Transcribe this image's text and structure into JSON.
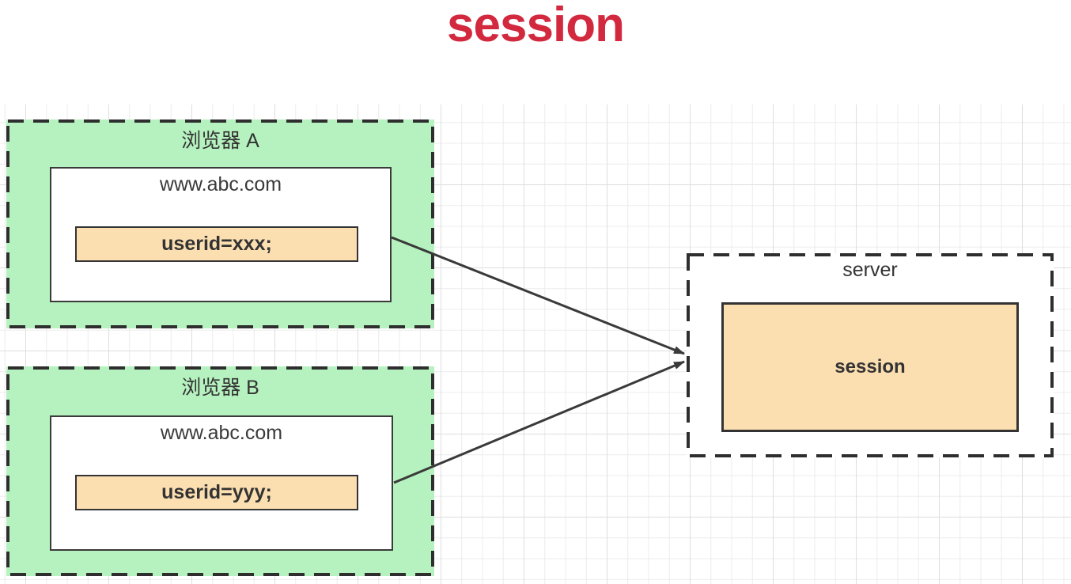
{
  "title": "session",
  "browsers": [
    {
      "label": "浏览器 A",
      "site": "www.abc.com",
      "cookie": "userid=xxx;"
    },
    {
      "label": "浏览器 B",
      "site": "www.abc.com",
      "cookie": "userid=yyy;"
    }
  ],
  "server": {
    "label": "server",
    "session": "session"
  },
  "connections": [
    {
      "from": "浏览器 A www.abc.com",
      "to": "server session"
    },
    {
      "from": "浏览器 B www.abc.com",
      "to": "server session"
    }
  ],
  "colors": {
    "title": "#d2293f",
    "browser_fill": "#b6f2bf",
    "highlight_fill": "#fcdfb1",
    "border": "#333333",
    "grid_minor": "#ececec",
    "grid_major": "#dedede"
  }
}
